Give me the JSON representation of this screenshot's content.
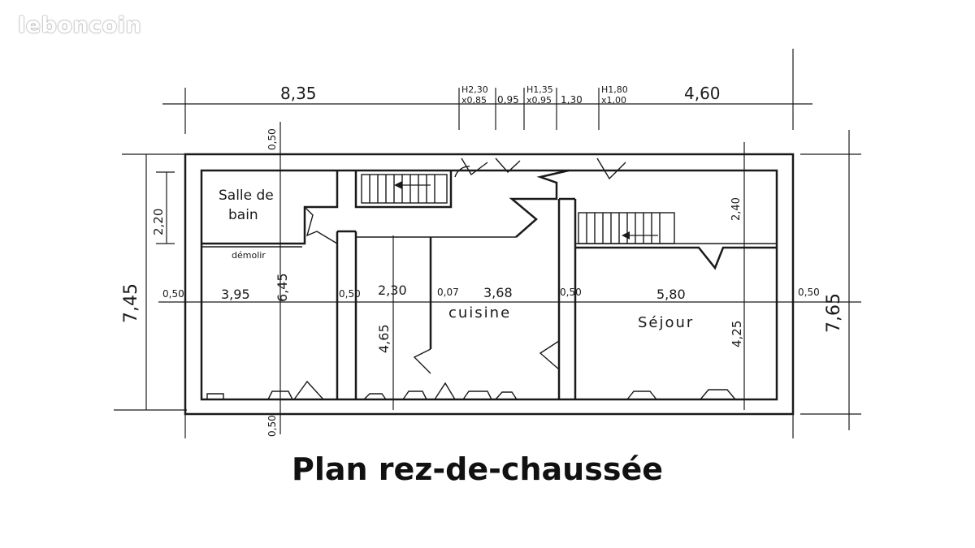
{
  "watermark": "leboncoin",
  "caption": "Plan rez-de-chaussée",
  "rooms": {
    "salle_de_bain_line1": "Salle de",
    "salle_de_bain_line2": "bain",
    "cuisine": "cuisine",
    "sejour": "Séjour"
  },
  "dims_top": {
    "left_total": "8,35",
    "right_total": "4,60",
    "window1_h": "H2,30",
    "window1_w": "x0,85",
    "gap1": "0,95",
    "window2_h": "H1,35",
    "window2_w": "x0,95",
    "gap2": "1,30",
    "window3_h": "H1,80",
    "window3_w": "x1,00"
  },
  "dims_side": {
    "left_height": "7,45",
    "right_height": "7,65",
    "bath_height": "2,20",
    "sejour_stair": "2,40"
  },
  "dims_inner": {
    "wall_left": "0,50",
    "bath_width": "3,95",
    "bath_depth": "6,45",
    "wall_mid": "0,50",
    "corridor": "2,30",
    "wall_thin": "0,07",
    "cuisine_width": "3,68",
    "wall_mid2": "0,50",
    "sejour_width": "5,80",
    "wall_right": "0,50",
    "corridor_depth": "4,65",
    "sejour_depth": "4,25",
    "wall_top": "0,50",
    "wall_bottom": "0,50",
    "demolition_note": "démolir"
  }
}
